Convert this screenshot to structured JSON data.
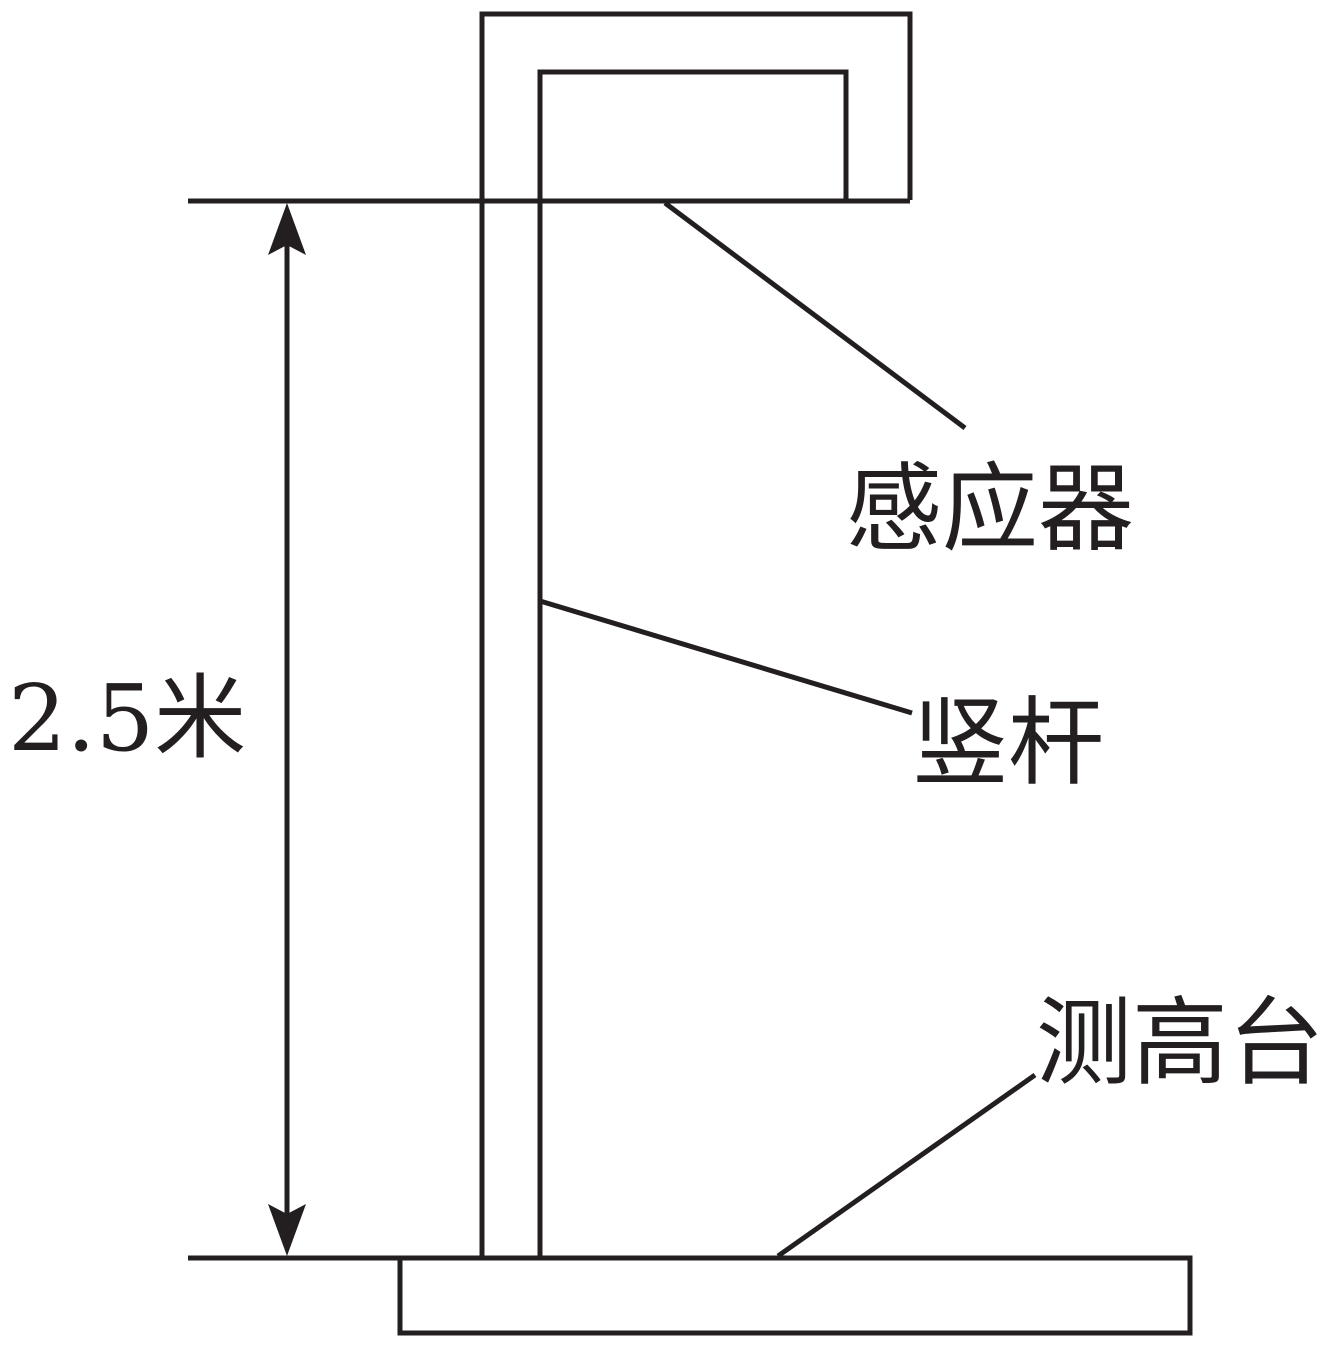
{
  "labels": {
    "sensor": "感应器",
    "pole": "竖杆",
    "platform": "测高台",
    "height": "2.5米"
  },
  "colors": {
    "stroke": "#231f20",
    "background": "#ffffff"
  }
}
